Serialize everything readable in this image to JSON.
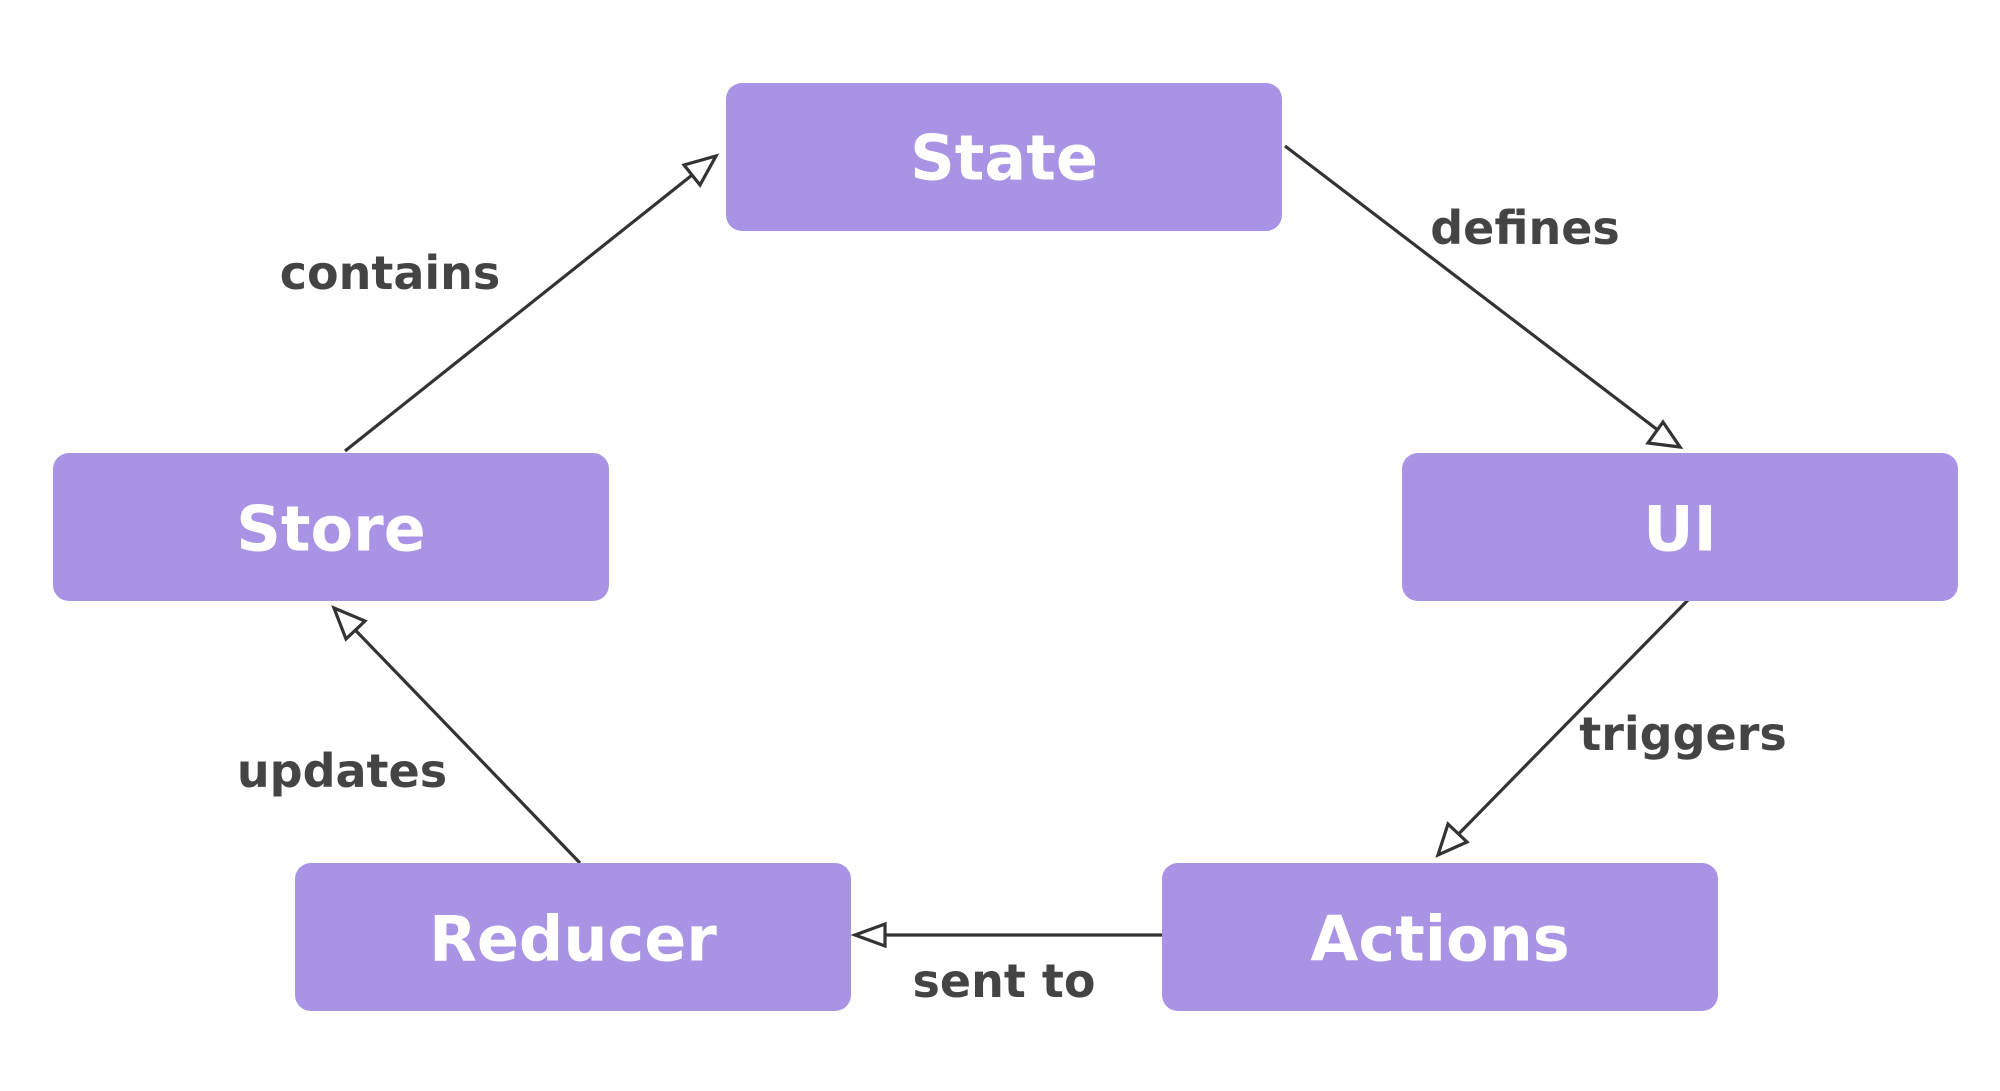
{
  "diagram": {
    "nodes": {
      "state": "State",
      "ui": "UI",
      "actions": "Actions",
      "reducer": "Reducer",
      "store": "Store"
    },
    "edges": {
      "defines": "defines",
      "triggers": "triggers",
      "sent_to": "sent to",
      "updates": "updates",
      "contains": "contains"
    }
  },
  "colors": {
    "node_fill": "#a993e5",
    "node_text": "#ffffff",
    "edge_line": "#333333",
    "edge_label": "#444444",
    "background": "#ffffff"
  }
}
